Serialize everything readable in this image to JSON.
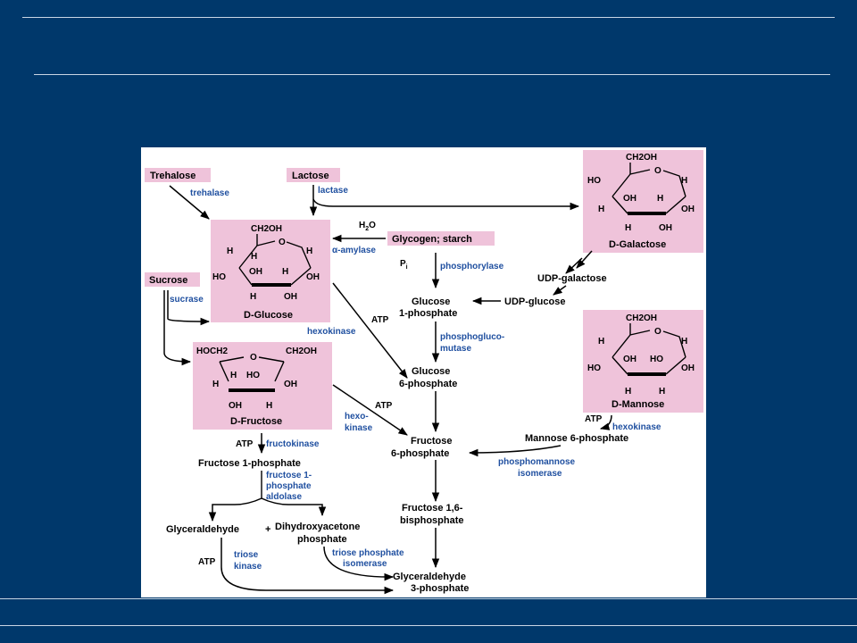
{
  "entry": {
    "trehalose": "Trehalose",
    "lactose": "Lactose",
    "sucrose": "Sucrose",
    "glycogen": "Glycogen; starch"
  },
  "sugars": {
    "glucose": {
      "name": "D-Glucose",
      "top": "CH2OH"
    },
    "fructose": {
      "name": "D-Fructose",
      "left": "HOCH2",
      "right": "CH2OH"
    },
    "galactose": {
      "name": "D-Galactose",
      "top": "CH2OH"
    },
    "mannose": {
      "name": "D-Mannose",
      "top": "CH2OH"
    }
  },
  "enzymes": {
    "trehalase": "trehalase",
    "lactase": "lactase",
    "sucrase": "sucrase",
    "amylase": "α-amylase",
    "phosphorylase": "phosphorylase",
    "phosphoglucomutase": [
      "phosphogluco-",
      "mutase"
    ],
    "hexokinase_glc": "hexokinase",
    "hexokinase_fru": [
      "hexo-",
      "kinase"
    ],
    "hexokinase_man": "hexokinase",
    "fructokinase": "fructokinase",
    "aldolase": [
      "fructose 1-",
      "phosphate",
      "aldolase"
    ],
    "triose_kinase": [
      "triose",
      "kinase"
    ],
    "tpi": [
      "triose phosphate",
      "isomerase"
    ],
    "pmi": [
      "phosphomannose",
      "isomerase"
    ]
  },
  "metabolites": {
    "g1p": [
      "Glucose",
      "1-phosphate"
    ],
    "g6p": [
      "Glucose",
      "6-phosphate"
    ],
    "f6p": [
      "Fructose",
      "6-phosphate"
    ],
    "fbp": [
      "Fructose 1,6-",
      "bisphosphate"
    ],
    "gap": [
      "Glyceraldehyde",
      "3-phosphate"
    ],
    "udpgal": "UDP-galactose",
    "udpglc": "UDP-glucose",
    "m6p": "Mannose 6-phosphate",
    "f1p": "Fructose 1-phosphate",
    "glyceraldehyde": "Glyceraldehyde",
    "dhap": [
      "Dihydroxyacetone",
      "phosphate"
    ],
    "plus": "+"
  },
  "cofactors": {
    "atp": "ATP",
    "h2o": "H2O",
    "pi": "Pi"
  }
}
